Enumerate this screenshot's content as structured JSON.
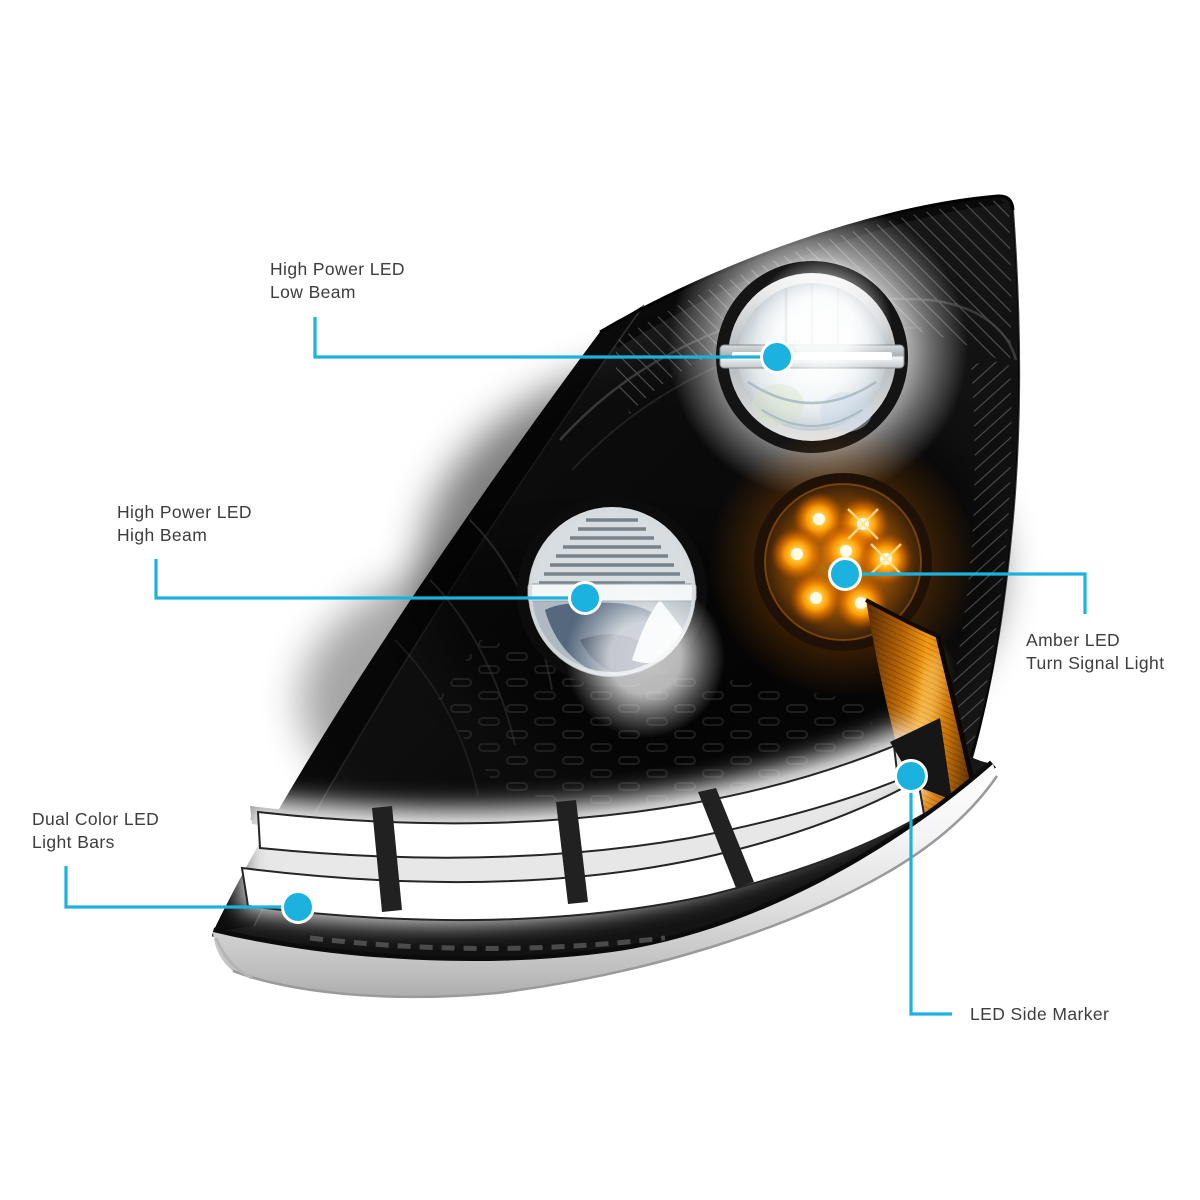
{
  "page": {
    "background_color": "#ffffff"
  },
  "style": {
    "accent_color": "#1cb2e0",
    "label_text_color": "#3d3d3d"
  },
  "callouts": {
    "low_beam": {
      "line1": "High Power LED",
      "line2": "Low Beam"
    },
    "high_beam": {
      "line1": "High Power LED",
      "line2": "High Beam"
    },
    "light_bars": {
      "line1": "Dual Color LED",
      "line2": "Light Bars"
    },
    "turn_signal": {
      "line1": "Amber LED",
      "line2": "Turn Signal Light"
    },
    "side_marker": {
      "line1": "LED Side Marker"
    }
  }
}
